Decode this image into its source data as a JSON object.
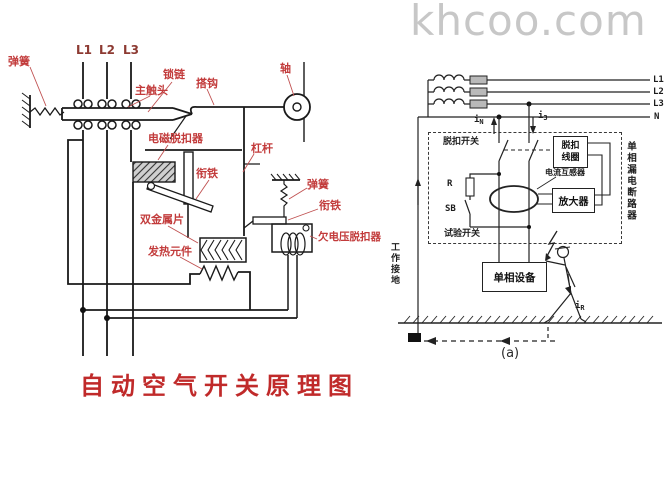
{
  "watermark": "khcoo.com",
  "left_diagram": {
    "phases": [
      "L1",
      "L2",
      "L3"
    ],
    "labels": {
      "spring_left": "弹簧",
      "main_contact": "主触头",
      "lock_chain": "锁链",
      "hook": "搭钩",
      "shaft": "轴",
      "em_release": "电磁脱扣器",
      "lever": "杠杆",
      "armature_em": "衔铁",
      "bimetal": "双金属片",
      "heater": "发热元件",
      "spring_right": "弹簧",
      "armature_uv": "衔铁",
      "uv_release": "欠电压脱扣器"
    },
    "title": "自动空气开关原理图"
  },
  "right_diagram": {
    "line_labels": [
      "L1",
      "L2",
      "L3",
      "N"
    ],
    "labels": {
      "trip_switch": "脱扣开关",
      "trip_coil_line1": "脱扣",
      "trip_coil_line2": "线圈",
      "current_transformer": "电流互感器",
      "amplifier": "放大器",
      "breaker_vertical": "单相漏电断路器",
      "resistor": "R",
      "button": "SB",
      "test_switch": "试验开关",
      "equipment": "单相设备",
      "working_ground": "工作接地",
      "caption": "(a)"
    },
    "currents": {
      "iN": {
        "base": "i",
        "sub": "N"
      },
      "i3": {
        "base": "i",
        "sub": "3"
      },
      "iR": {
        "base": "i",
        "sub": "R"
      }
    }
  },
  "colors": {
    "label_red": "#c23b3b",
    "title_red": "#c02a2a",
    "watermark_gray": "#c7c7c7"
  }
}
